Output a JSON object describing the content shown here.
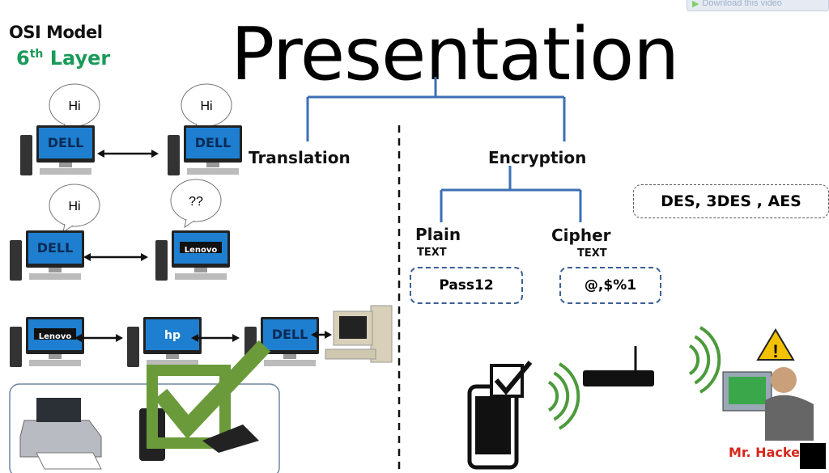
{
  "header": {
    "subject": "OSI Model",
    "layer_number": "6",
    "layer_suffix": "th",
    "layer_word": "Layer"
  },
  "title": "Presentation",
  "branches": {
    "translation": "Translation",
    "encryption": "Encryption"
  },
  "encryption": {
    "plain_label": "Plain",
    "plain_sub": "TEXT",
    "plain_value": "Pass12",
    "cipher_label": "Cipher",
    "cipher_sub": "TEXT",
    "cipher_value": "@,$%1",
    "algorithms": "DES, 3DES , AES"
  },
  "bubbles": [
    "Hi",
    "Hi",
    "Hi",
    "??"
  ],
  "computers": [
    "DELL",
    "DELL",
    "DELL",
    "Lenovo",
    "Lenovo",
    "hp",
    "DELL"
  ],
  "overlay": {
    "download_label": "Download this video"
  },
  "hacker_label": "Mr. Hacke",
  "colors": {
    "accent_blue": "#3d6fb5",
    "layer_green": "#1a9a5a",
    "check_green": "#6b9a3a",
    "hacker_red": "#d8261c"
  }
}
